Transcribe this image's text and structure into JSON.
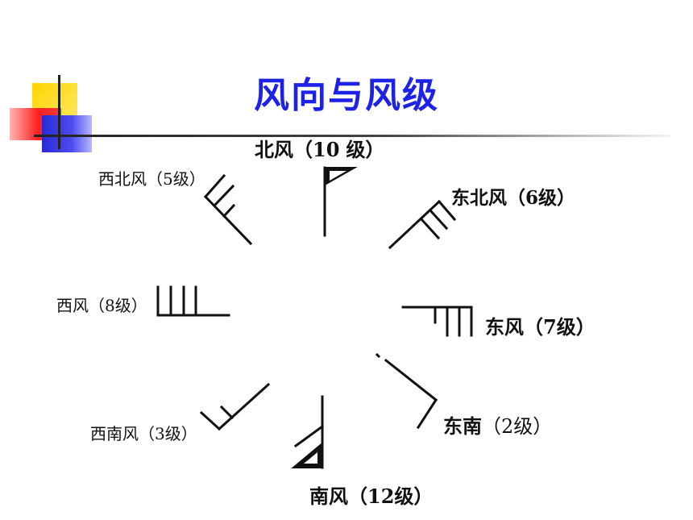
{
  "title": "风向与风级",
  "labels": {
    "north": {
      "name": "北风",
      "open": "（",
      "level": "10",
      "close": "级）"
    },
    "northwest": "西北风（5级）",
    "northeast": "东北风（6级）",
    "west": "西风（8级）",
    "east": "东风（7级）",
    "southeast": {
      "name": "东南",
      "level": "（2级）"
    },
    "southwest": "西南风（3级）",
    "south": "南风（12级）"
  },
  "colors": {
    "title": "#1c22e6",
    "stroke": "#111111"
  }
}
